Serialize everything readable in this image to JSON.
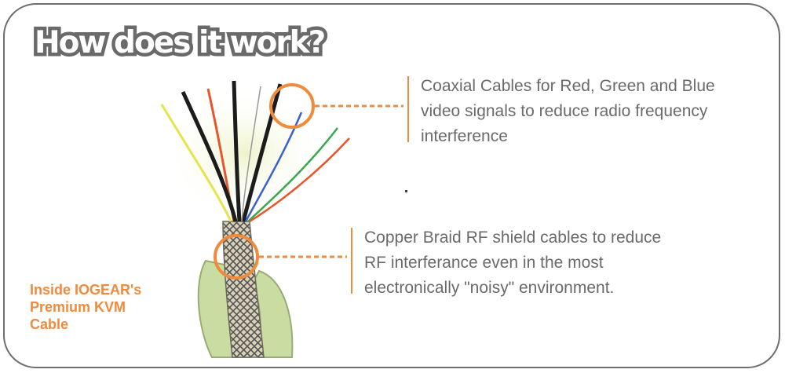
{
  "title": "How does it work?",
  "callouts": [
    {
      "text": "Coaxial Cables for Red, Green and Blue\nvideo signals to reduce radio frequency\ninterference"
    },
    {
      "text": "Copper Braid RF shield cables to reduce\nRF interferance even in the most\nelectronically \"noisy\" environment."
    }
  ],
  "caption": "Inside IOGEAR's\nPremium KVM\nCable",
  "icons": [
    "cable-illustration-icon",
    "callout-circle-icon"
  ],
  "colors": {
    "accent": "#f08a3c",
    "text": "#6a6a6a",
    "border": "#6e6e6e",
    "wire_red": "#e8552a",
    "wire_green": "#3aa84a",
    "wire_blue": "#3a5fd0",
    "wire_yellow": "#e6e44a",
    "wire_black": "#1c1c1c",
    "jacket": "#c8dba0"
  }
}
